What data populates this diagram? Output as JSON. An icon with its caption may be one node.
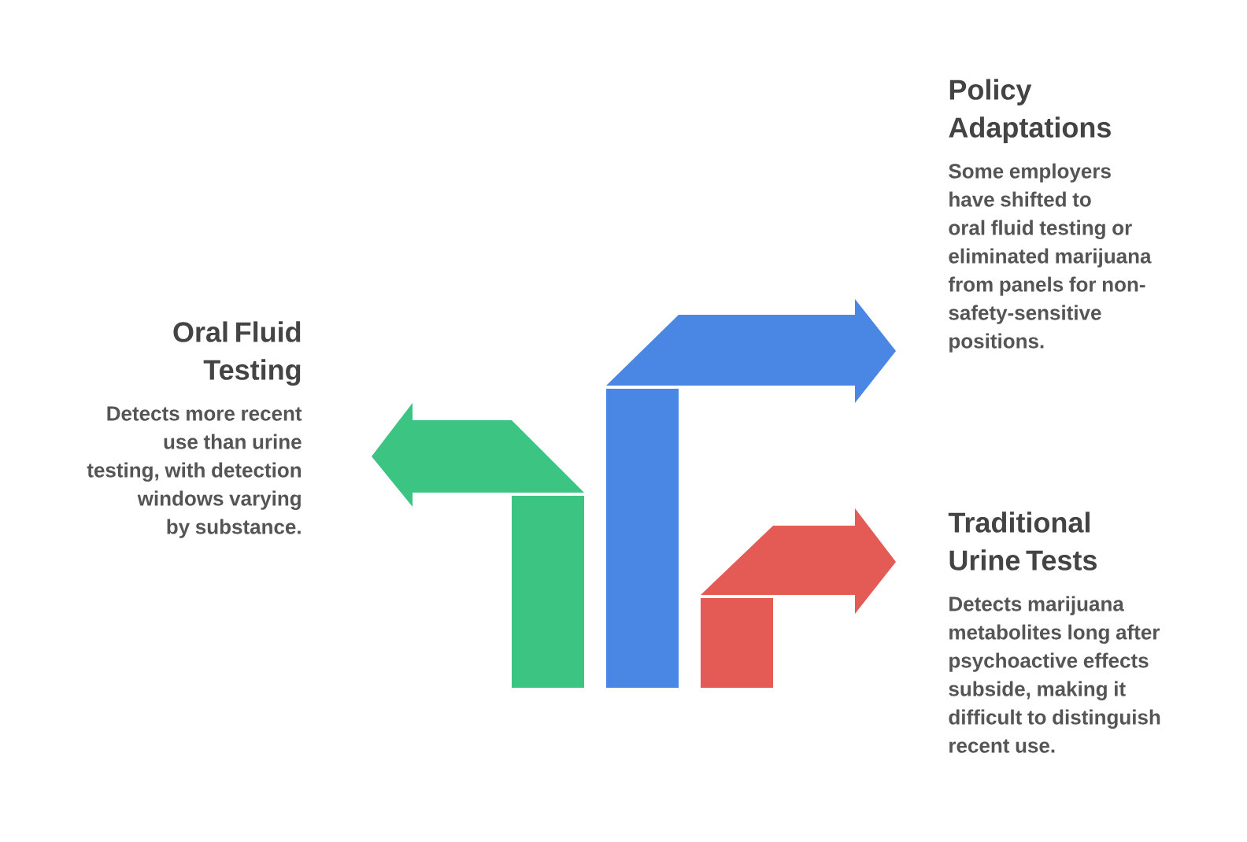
{
  "diagram": {
    "nodes": [
      {
        "text": [
          "Policy Adaptations",
          "Some employers have shifted to oral fluid testing or eliminated marijuana from panels for non-safety-sensitive positions."
        ]
      },
      {
        "text": [
          "Oral Fluid Testing",
          "Detects more recent use than urine testing, with detection windows varying by substance."
        ]
      },
      {
        "text": [
          "Traditional Urine Tests",
          "Detects marijuana metabolites long after psychoactive effects subside, making it difficult to distinguish recent use."
        ]
      }
    ]
  }
}
